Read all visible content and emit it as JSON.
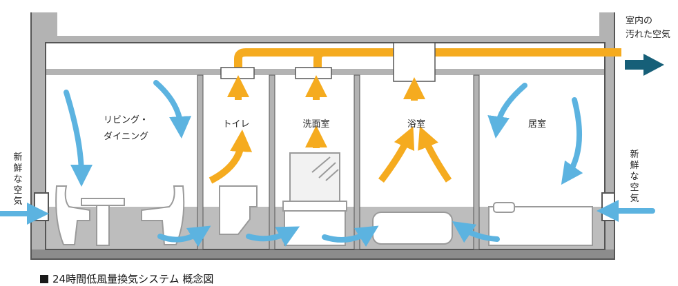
{
  "rooms": {
    "living": {
      "line1": "リビング・",
      "line2": "ダイニング"
    },
    "toilet": "トイレ",
    "washroom": "洗面室",
    "bathroom": "浴室",
    "bedroom": "居室"
  },
  "labels": {
    "fresh_air_left": [
      "新",
      "鮮",
      "な",
      "空",
      "気"
    ],
    "fresh_air_right": [
      "新",
      "鮮",
      "な",
      "空",
      "気"
    ],
    "exhaust_line1": "室内の",
    "exhaust_line2": "汚れた空気"
  },
  "caption": "24時間低風量換気システム 概念図",
  "colors": {
    "wall": "#8c8c8c",
    "wall_fill": "#b3b3b3",
    "inner_bg": "#ffffff",
    "floor": "#bdbdbd",
    "fresh_arrow": "#5cb3e0",
    "exhaust_arrow": "#f5ab1f",
    "outlet_arrow": "#165f78",
    "fixture": "#cfcfcf"
  }
}
